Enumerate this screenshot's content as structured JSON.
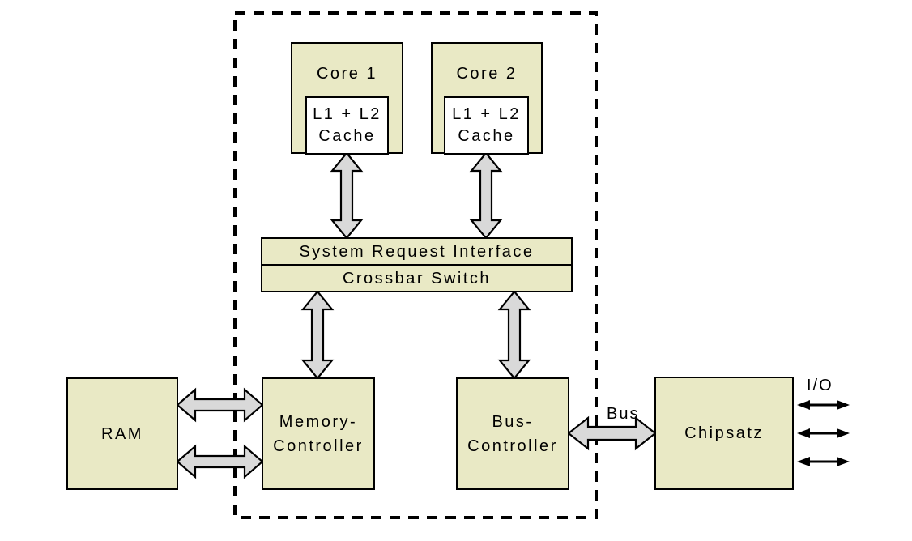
{
  "colors": {
    "background": "#ffffff",
    "box_fill": "#e9e9c5",
    "cache_fill": "#ffffff",
    "arrow_fill": "#d9d9d9",
    "outline": "#000000"
  },
  "blocks": {
    "core1": {
      "label": "Core 1",
      "cache_line1": "L1 + L2",
      "cache_line2": "Cache"
    },
    "core2": {
      "label": "Core 2",
      "cache_line1": "L1 + L2",
      "cache_line2": "Cache"
    },
    "system_request_interface": {
      "label": "System Request Interface"
    },
    "crossbar_switch": {
      "label": "Crossbar Switch"
    },
    "memory_controller": {
      "line1": "Memory-",
      "line2": "Controller"
    },
    "bus_controller": {
      "line1": "Bus-",
      "line2": "Controller"
    },
    "ram": {
      "label": "RAM"
    },
    "chipset": {
      "label": "Chipsatz"
    }
  },
  "annotations": {
    "bus": "Bus",
    "io": "I/O"
  }
}
